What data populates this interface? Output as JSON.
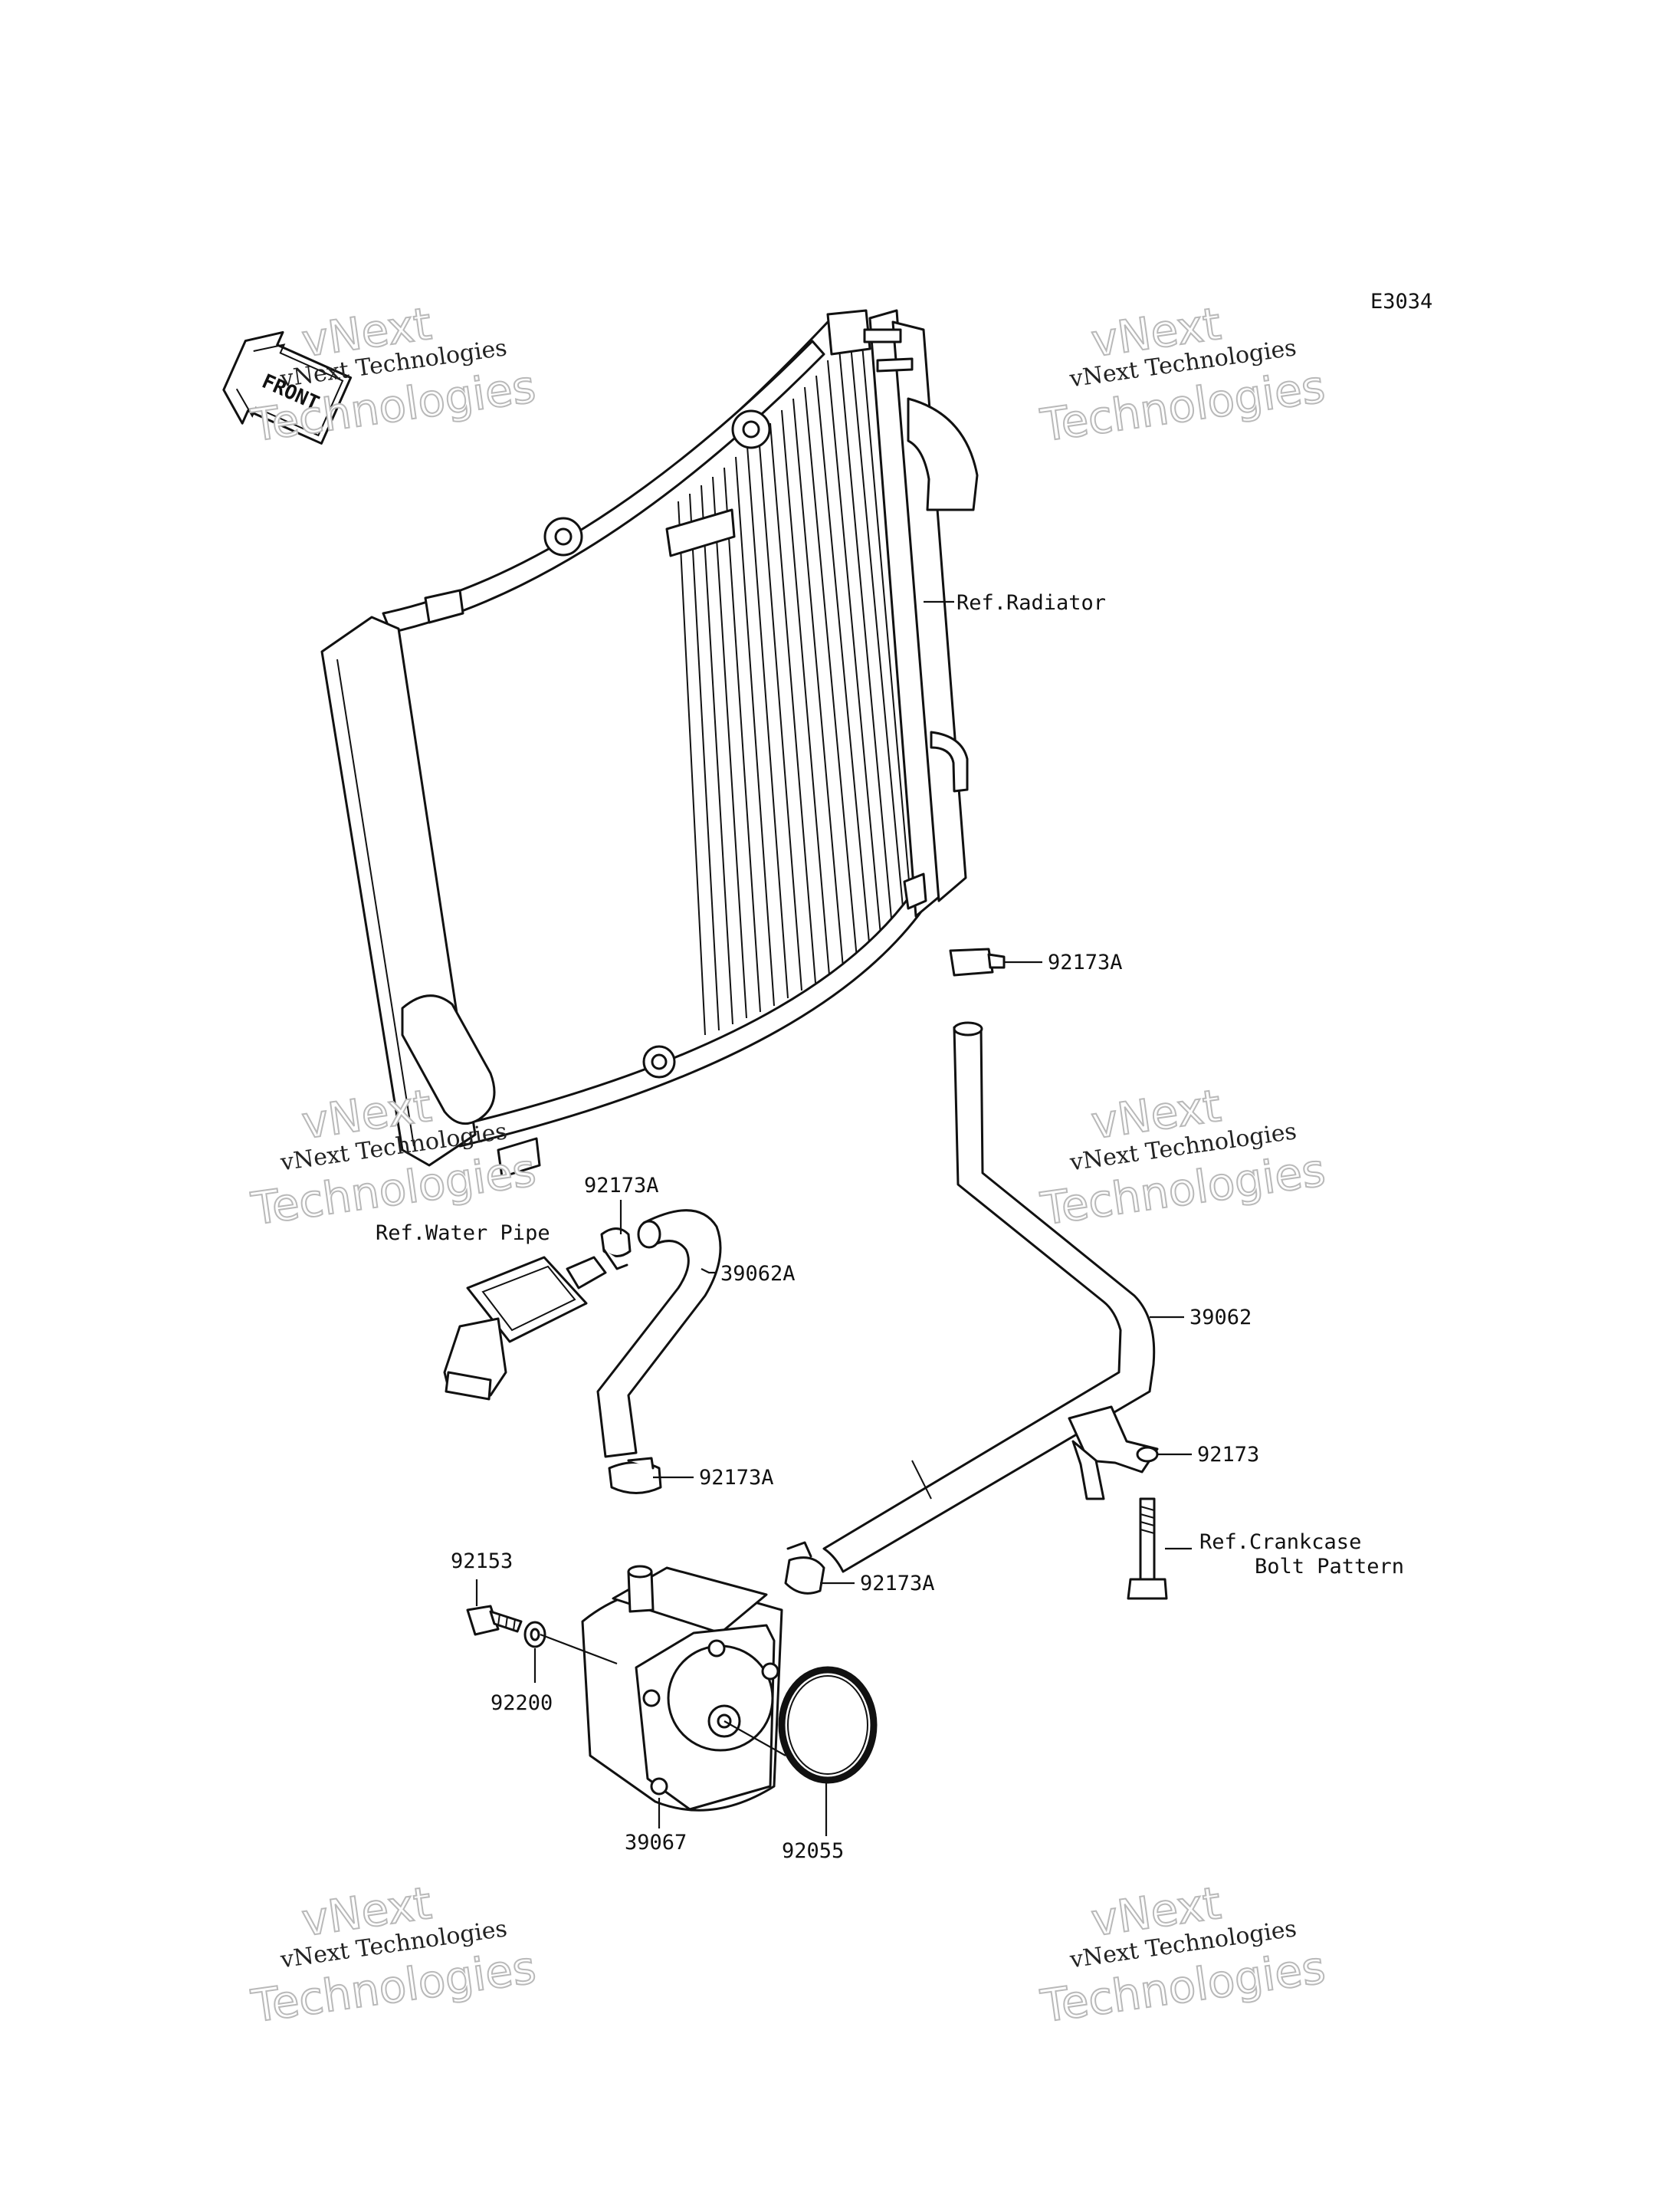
{
  "diagram_code": "E3034",
  "front_badge": "FRONT",
  "watermarks": {
    "line1": "vNext Technologies",
    "big_line1": "vNext",
    "big_line2": "Technologies"
  },
  "labels": {
    "ref_radiator": "Ref.Radiator",
    "ref_water_pipe": "Ref.Water Pipe",
    "ref_crankcase_1": "Ref.Crankcase",
    "ref_crankcase_2": "Bolt Pattern",
    "clamp_upper_right": "92173A",
    "clamp_upper_left": "92173A",
    "clamp_mid_left": "92173A",
    "clamp_lower_right": "92173A",
    "hose_short": "39062A",
    "hose_long": "39062",
    "clamp_bracket": "92173",
    "bolt": "92153",
    "washer": "92200",
    "oil_cooler": "39067",
    "o_ring": "92055"
  }
}
